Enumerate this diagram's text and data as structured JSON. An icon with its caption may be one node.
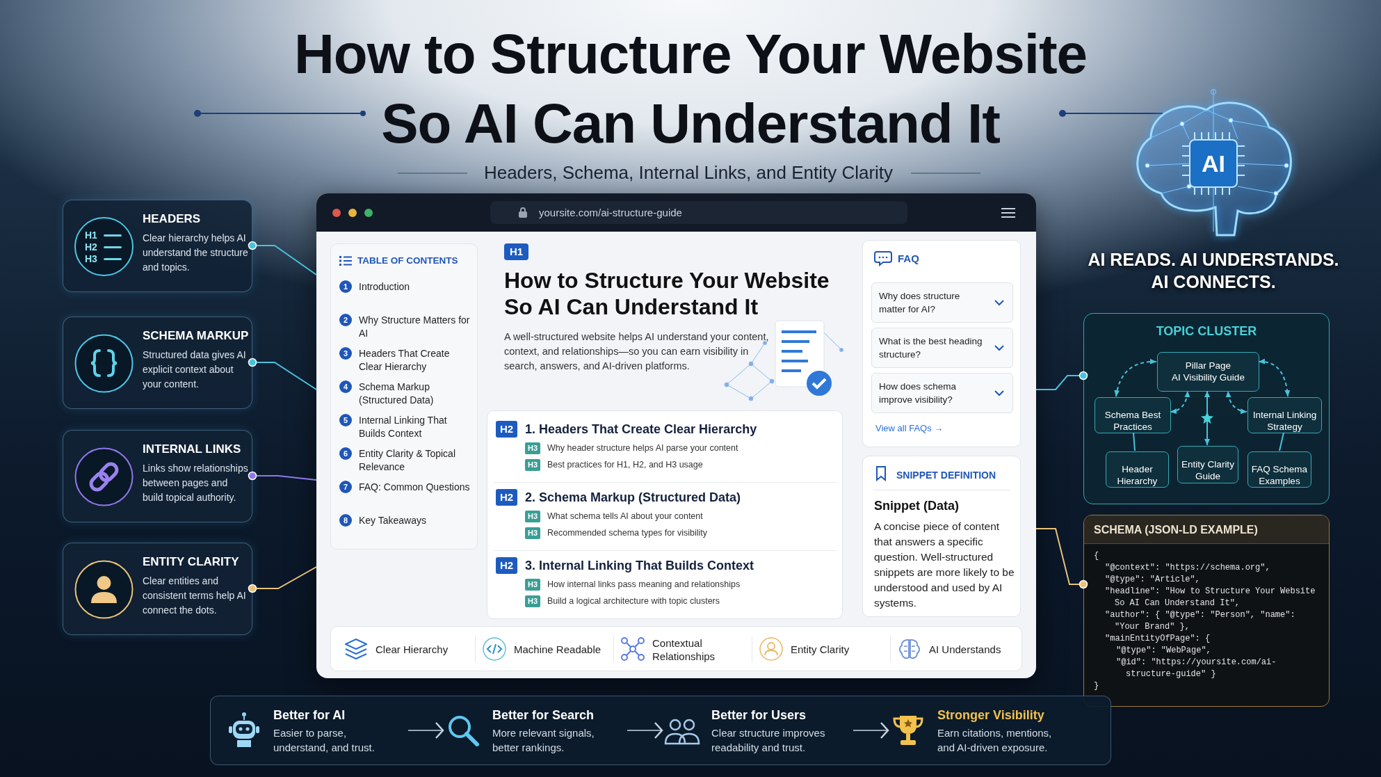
{
  "diagram": {
    "title": "How to Structure Your Website So AI Can Understand It",
    "nodes": [
      {
        "text": [
          "H1",
          "H2",
          "H3",
          "HEADERS",
          "Clear hierarchy helps AI understand the structure and topics."
        ]
      },
      {
        "text": [
          "SCHEMA MARKUP",
          "Structured data gives AI explicit context about your content."
        ]
      },
      {
        "text": [
          "INTERNAL LINKS",
          "Links show relationships between pages and build topical authority."
        ]
      },
      {
        "text": [
          "ENTITY CLARITY",
          "Clear entities and consistent terms help AI connect the dots."
        ]
      },
      {
        "text": [
          "yoursite.com/ai-structure-guide",
          "H1",
          "How to Structure Your Website So AI Can Understand It",
          "A well-structured website helps AI understand your content, context, and relationships—so you can earn visibility in search, answers, and AI-driven platforms."
        ]
      },
      {
        "text": [
          "TABLE OF CONTENTS",
          "1",
          "Introduction",
          "2",
          "Why Structure Matters for AI",
          "3",
          "Headers That Create Clear Hierarchy",
          "4",
          "Schema Markup (Structured Data)",
          "5",
          "Internal Linking That Builds Context",
          "6",
          "Entity Clarity & Topical Relevance",
          "7",
          "FAQ: Common Questions",
          "8",
          "Key Takeaways"
        ],
        "in": 4
      },
      {
        "text": [
          "H2",
          "1. Headers That Create Clear Hierarchy",
          "H3",
          "Why header structure helps AI parse your content",
          "H3",
          "Best practices for H1, H2, and H3 usage",
          "H2",
          "2. Schema Markup (Structured Data)",
          "H3",
          "What schema tells AI about your content",
          "H3",
          "Recommended schema types for visibility",
          "H2",
          "3. Internal Linking That Builds Context",
          "H3",
          "How internal links pass meaning and relationships",
          "H3",
          "Build a logical architecture with topic clusters"
        ],
        "in": 4
      },
      {
        "text": [
          "FAQ",
          "View all FAQs →"
        ],
        "in": 4
      },
      {
        "text": [
          "Why does structure matter for AI?"
        ],
        "in": 7
      },
      {
        "text": [
          "What is the best heading structure?"
        ],
        "in": 7
      },
      {
        "text": [
          "How does schema improve visibility?"
        ],
        "in": 7
      },
      {
        "text": [
          "SNIPPET DEFINITION",
          "Snippet (Data)",
          "A concise piece of content that answers a specific question. Well-structured snippets are more likely to be understood and used by AI systems."
        ],
        "in": 4
      },
      {
        "text": [
          "Clear Hierarchy",
          "Machine Readable",
          "Contextual Relationships",
          "Entity Clarity",
          "AI Understands"
        ],
        "in": 4
      },
      {
        "text": [
          "AI"
        ],
        "beside": [
          "AI READS. AI UNDERSTANDS. AI CONNECTS."
        ]
      },
      {
        "text": [
          "TOPIC CLUSTER"
        ]
      },
      {
        "text": [
          "Pillar Page",
          "AI Visibility Guide"
        ],
        "in": 14
      },
      {
        "text": [
          "Schema Best Practices"
        ],
        "in": 14
      },
      {
        "text": [
          "Internal Linking Strategy"
        ],
        "in": 14
      },
      {
        "text": [
          "Header Hierarchy"
        ],
        "in": 14
      },
      {
        "text": [
          "Entity Clarity Guide"
        ],
        "in": 14
      },
      {
        "text": [
          "FAQ Schema Examples"
        ],
        "in": 14
      },
      {
        "text": [
          "SCHEMA (JSON-LD EXAMPLE)",
          "{",
          "\"@context\": \"https://schema.org\",",
          "\"@type\": \"Article\",",
          "\"headline\": \"How to Structure Your Website So AI Can Understand It\",",
          "\"author\": { \"@type\": \"Person\", \"name\": \"Your Brand\" },",
          "\"mainEntityOfPage\": {",
          "\"@type\": \"WebPage\",",
          "\"@id\": \"https://yoursite.com/ai-structure-guide\" }",
          "}"
        ]
      },
      {
        "text": [],
        "shape": "bar"
      },
      {
        "text": [
          "Better for AI",
          "Easier to parse, understand, and trust."
        ],
        "in": 22
      },
      {
        "text": [
          "Better for Search",
          "More relevant signals, better rankings."
        ],
        "in": 22
      },
      {
        "text": [
          "Better for Users",
          "Clear structure improves readability and trust."
        ],
        "in": 22
      },
      {
        "text": [
          "Stronger Visibility",
          "Earn citations, mentions, and AI-driven exposure."
        ],
        "in": 22
      }
    ],
    "edges": [
      {
        "from": 0,
        "to": 4,
        "arrow": "other"
      },
      {
        "from": 1,
        "to": 4,
        "arrow": "other"
      },
      {
        "from": 2,
        "to": 4,
        "arrow": "other",
        "color": "#8f78e8"
      },
      {
        "from": 3,
        "to": 4,
        "arrow": "other",
        "color": "#e8c27a"
      },
      {
        "from": 4,
        "to": 14,
        "arrow": "other"
      },
      {
        "from": 4,
        "to": 21,
        "arrow": "other",
        "color": "#e8c27a"
      },
      {
        "from": 15,
        "to": 16,
        "arrow": "both",
        "style": "dashed"
      },
      {
        "from": 16,
        "to": 15,
        "arrow": "both",
        "style": "dashed"
      },
      {
        "from": 15,
        "to": 17,
        "arrow": "both",
        "style": "dashed"
      },
      {
        "from": 17,
        "to": 15,
        "arrow": "both",
        "style": "dashed"
      },
      {
        "from": 15,
        "to": 19,
        "arrow": "both"
      },
      {
        "from": 16,
        "to": 18,
        "arrow": "none"
      },
      {
        "from": 17,
        "to": 20,
        "arrow": "none"
      },
      {
        "from": 23,
        "to": 24,
        "arrow": "to",
        "color": "#c8d4e0"
      },
      {
        "from": 24,
        "to": 25,
        "arrow": "to",
        "color": "#c8d4e0"
      },
      {
        "from": 25,
        "to": 26,
        "arrow": "to",
        "color": "#c8d4e0"
      }
    ],
    "labels": [
      "Headers, Schema, Internal Links, and Entity Clarity"
    ]
  }
}
